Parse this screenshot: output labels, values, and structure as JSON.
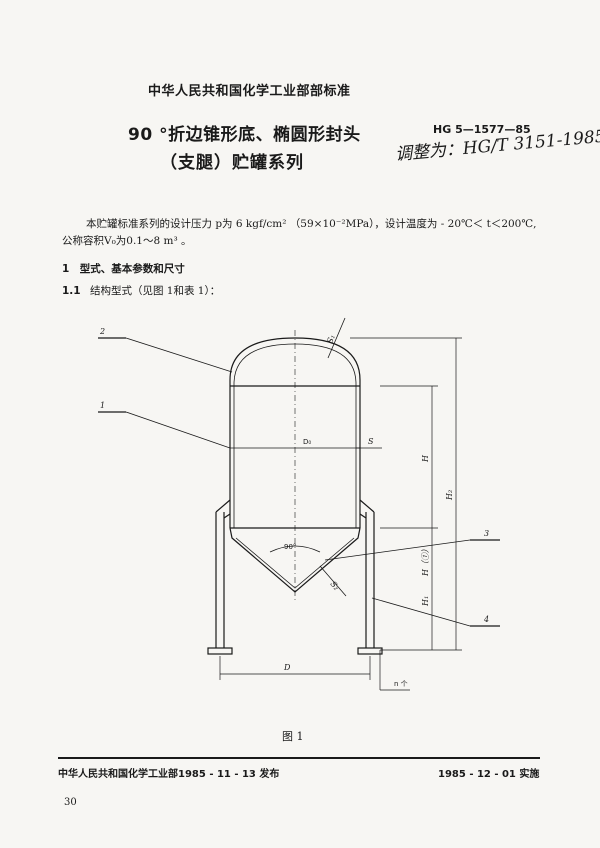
{
  "header": {
    "org_standard": "中华人民共和国化学工业部部标准"
  },
  "title": {
    "line1": "90 °折边锥形底、椭圆形封头",
    "line2": "（支腿）贮罐系列",
    "code": "HG 5—1577—85",
    "handwritten_note": "调整为：HG/T 3151-1985"
  },
  "body": {
    "para_line1": "本贮罐标准系列的设计压力 p为 6 kgf/cm² （59×10⁻²MPa），设计温度为 - 20℃＜ t＜200℃,",
    "para_line2": "公称容积V₀为0.1～8 m³ 。",
    "section_heading": "1　型式、基本参数和尺寸",
    "sub_number": "1.1",
    "sub_text": "结构型式（见图 1和表 1）："
  },
  "figure": {
    "caption": "图  1",
    "labels": {
      "callout_1": "1",
      "callout_2": "2",
      "callout_3": "3",
      "callout_4": "4",
      "s1": "S₁",
      "s": "S",
      "dn": "D₀",
      "h": "H",
      "h1": "H₁",
      "h2": "H₂",
      "h3": "H（①）",
      "s2": "S₂",
      "angle": "90°",
      "d": "D",
      "n": "n 个"
    }
  },
  "footer": {
    "issued": "中华人民共和国化学工业部1985 - 11 - 13 发布",
    "effective": "1985 - 12 - 01 实施"
  },
  "page_number": "30"
}
